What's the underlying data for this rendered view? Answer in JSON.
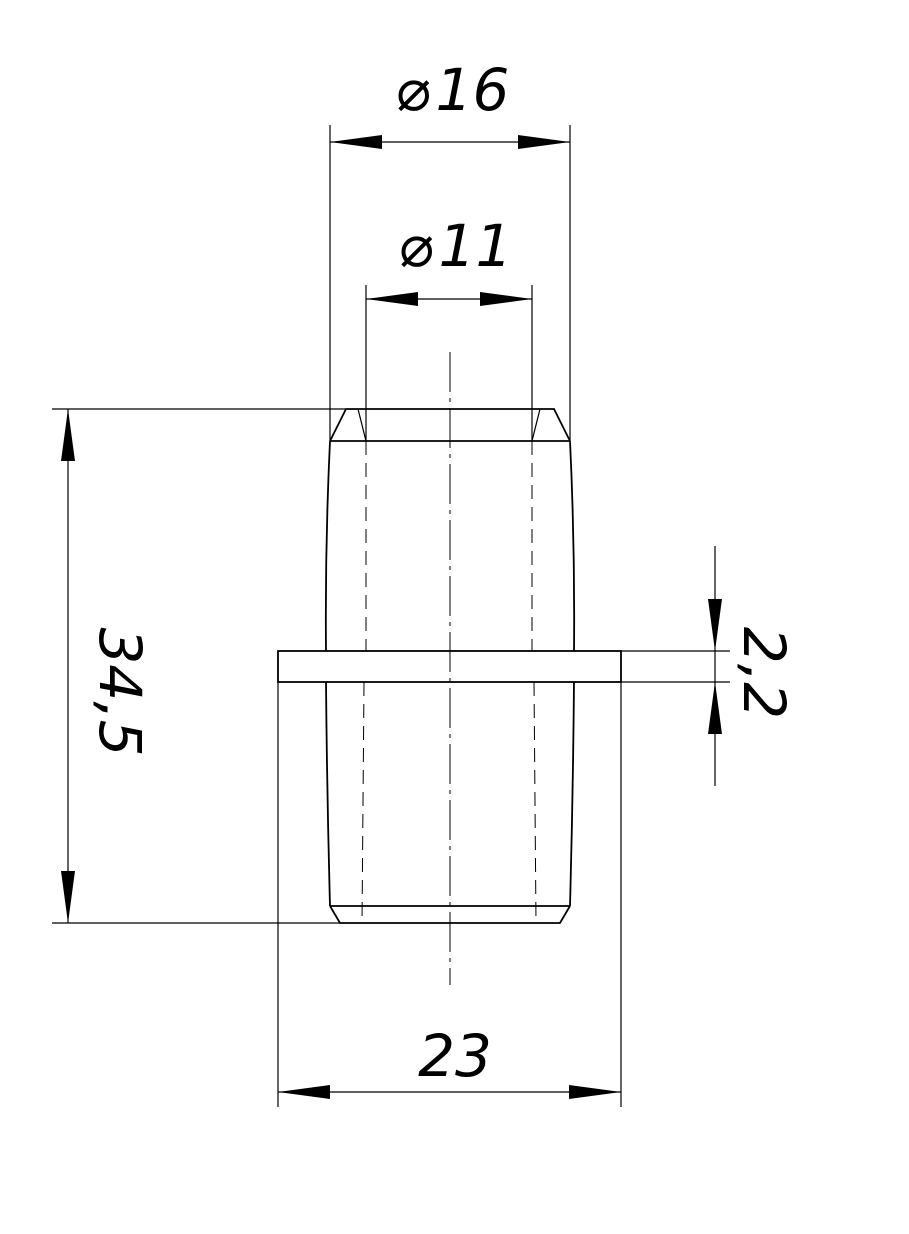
{
  "dimensions": {
    "outer_diameter": "16",
    "inner_diameter": "11",
    "total_height": "34,5",
    "flange_thickness": "2,2",
    "flange_width": "23"
  },
  "symbols": {
    "diameter": "⌀"
  }
}
